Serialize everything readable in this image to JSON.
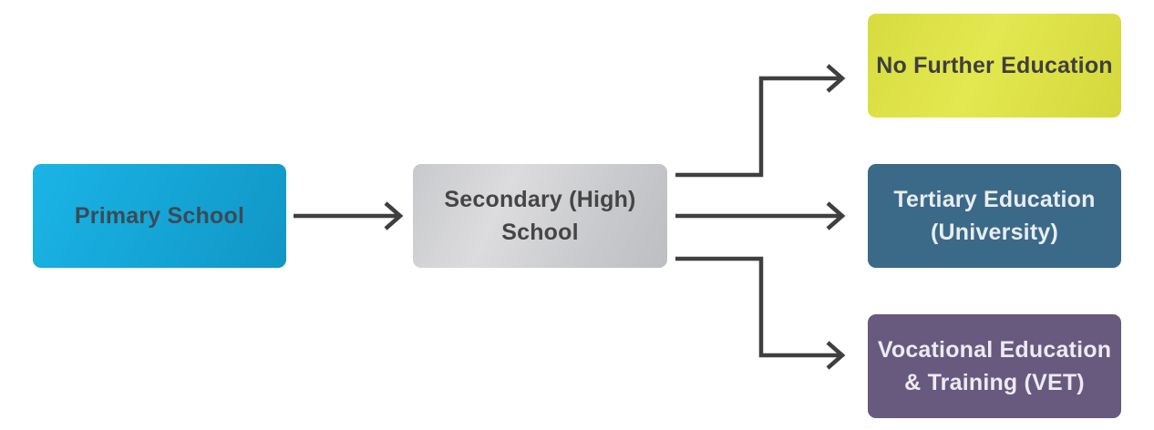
{
  "diagram": {
    "nodes": {
      "primary": "Primary School",
      "secondary_line1": "Secondary (High)",
      "secondary_line2": "School",
      "no_further": "No Further Education",
      "tertiary_line1": "Tertiary Education",
      "tertiary_line2": "(University)",
      "vet_line1": "Vocational Education",
      "vet_line2": "& Training (VET)"
    },
    "edges": [
      {
        "from": "Primary School",
        "to": "Secondary (High) School"
      },
      {
        "from": "Secondary (High) School",
        "to": "No Further Education"
      },
      {
        "from": "Secondary (High) School",
        "to": "Tertiary Education (University)"
      },
      {
        "from": "Secondary (High) School",
        "to": "Vocational Education & Training (VET)"
      }
    ],
    "colors": {
      "primary": "#15a7d8",
      "secondary": "#d0d1d3",
      "no_further": "#dfe34a",
      "tertiary": "#3b6a88",
      "vet": "#675a7e",
      "connector": "#3f3f3f"
    }
  }
}
